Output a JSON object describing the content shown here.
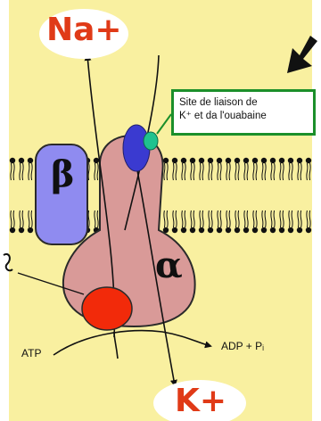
{
  "ion_top": "Na+",
  "ion_bottom": "K+",
  "subunit_beta": "β",
  "subunit_alpha": "α",
  "callout": {
    "line1": "Site de liaison de",
    "line2": "K⁺ et da l'ouabaine"
  },
  "atp_label": "ATP",
  "adp_label": "ADP + Pᵢ",
  "colors": {
    "background": "#f9f0a0",
    "protein_alpha": "#d99a98",
    "protein_beta": "#8f8bf0",
    "binding_site_blue": "#3a3ad0",
    "binding_site_green": "#1fc28f",
    "atp_site_red": "#f22a0a",
    "callout_border": "#1b8f2a",
    "ion_text": "#e03a17"
  }
}
